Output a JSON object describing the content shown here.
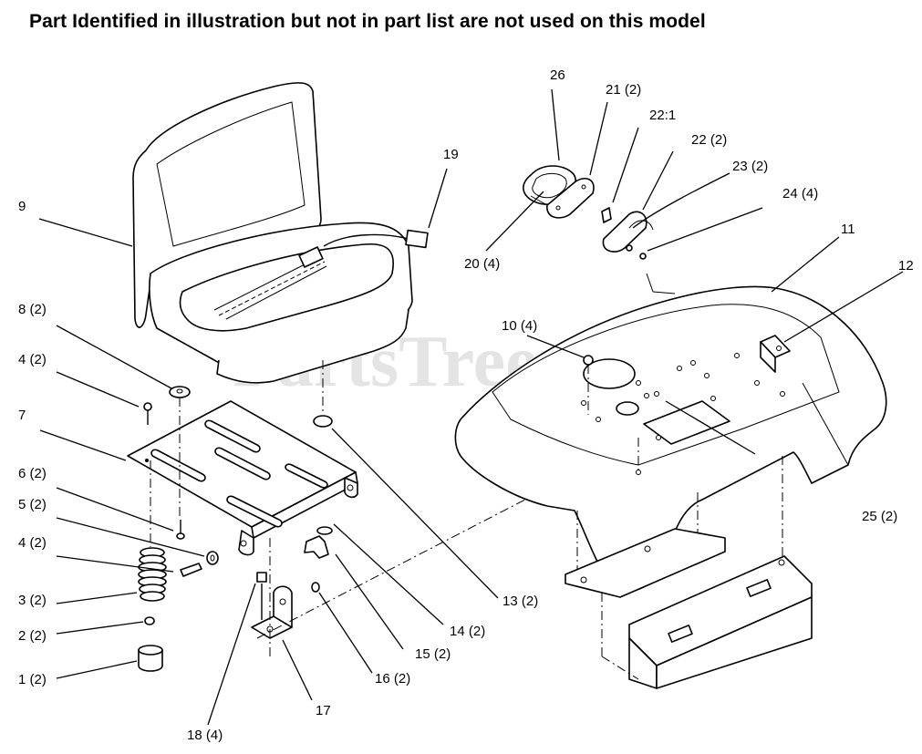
{
  "header": {
    "title": "Part Identified in illustration but not in part list are not used on this model"
  },
  "watermark": {
    "text": "PartsTree",
    "tm": "™"
  },
  "callouts": {
    "c26": "26",
    "c21": "21 (2)",
    "c22_1": "22:1",
    "c22": "22 (2)",
    "c23": "23 (2)",
    "c24": "24 (4)",
    "c19": "19",
    "c9": "9",
    "c20": "20 (4)",
    "c11": "11",
    "c12": "12",
    "c8": "8 (2)",
    "c10": "10 (4)",
    "c4a": "4 (2)",
    "c7": "7",
    "c6": "6 (2)",
    "c5": "5 (2)",
    "c4b": "4 (2)",
    "c3": "3 (2)",
    "c2": "2 (2)",
    "c1": "1 (2)",
    "c25": "25 (2)",
    "c13": "13 (2)",
    "c14": "14 (2)",
    "c15": "15 (2)",
    "c16": "16 (2)",
    "c17": "17",
    "c18": "18 (4)"
  }
}
